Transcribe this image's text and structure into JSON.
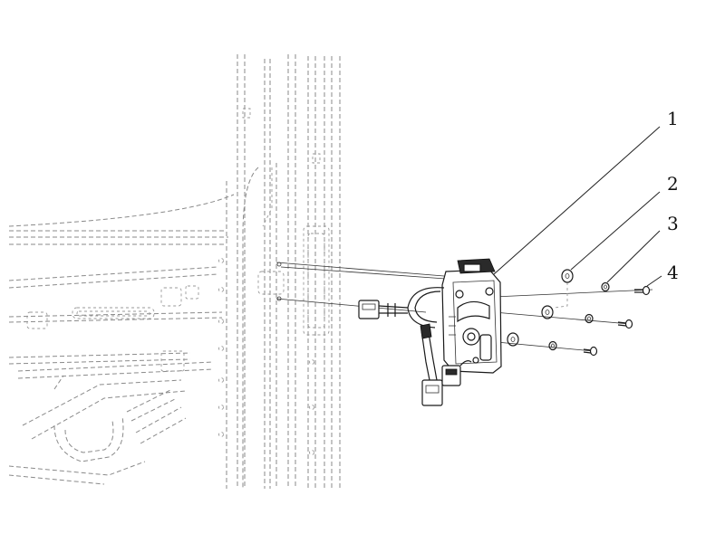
{
  "callouts": [
    {
      "label": "1"
    },
    {
      "label": "2"
    },
    {
      "label": "3"
    },
    {
      "label": "4"
    }
  ],
  "colors": {
    "line": "#1a1a1a",
    "hidden_line": "#8a8a8a",
    "background": "#ffffff"
  }
}
